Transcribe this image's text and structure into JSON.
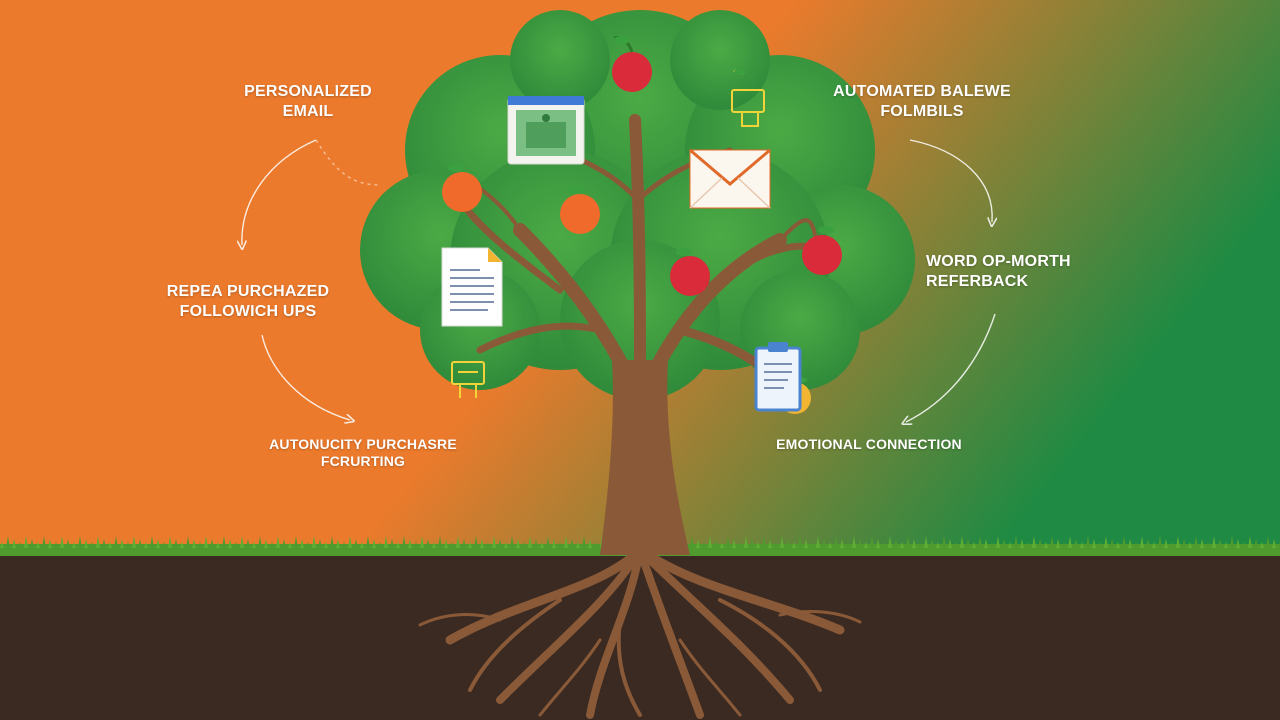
{
  "colors": {
    "sky_orange": "#ec7a2c",
    "sky_green": "#1f8a43",
    "soil": "#3a2a22",
    "grass": "#4f9b2e",
    "foliage": "#2f8a3a",
    "trunk": "#8a5a38",
    "apple_red": "#d92b3a",
    "apple_orange": "#ef6a2b",
    "apple_yellow": "#f2b531",
    "label_text": "#ffffff"
  },
  "labels": {
    "personalized_email": {
      "line1": "PERSONALIZED",
      "line2": "EMAIL"
    },
    "automated": {
      "line1": "AUTOMATED BALEWE",
      "line2": "FOLMBILS"
    },
    "repeat_purchase": {
      "line1": "REPEA PURCHAZED",
      "line2": "FOLLOWICH UPS"
    },
    "word_of_mouth": {
      "line1": "WORD OP-MORTH",
      "line2": "REFERBACK"
    },
    "anniversary": {
      "line1": "AUTONUCITY PURCHASRE",
      "line2": "FCRURTING"
    },
    "emotional": {
      "line1": "EMOTIONAL CONNECTION"
    }
  },
  "icons": [
    "apple-icon",
    "envelope-icon",
    "document-icon",
    "clipboard-icon",
    "calendar-icon",
    "mailbox-icon",
    "sign-icon",
    "cycle-arrow-icon"
  ]
}
